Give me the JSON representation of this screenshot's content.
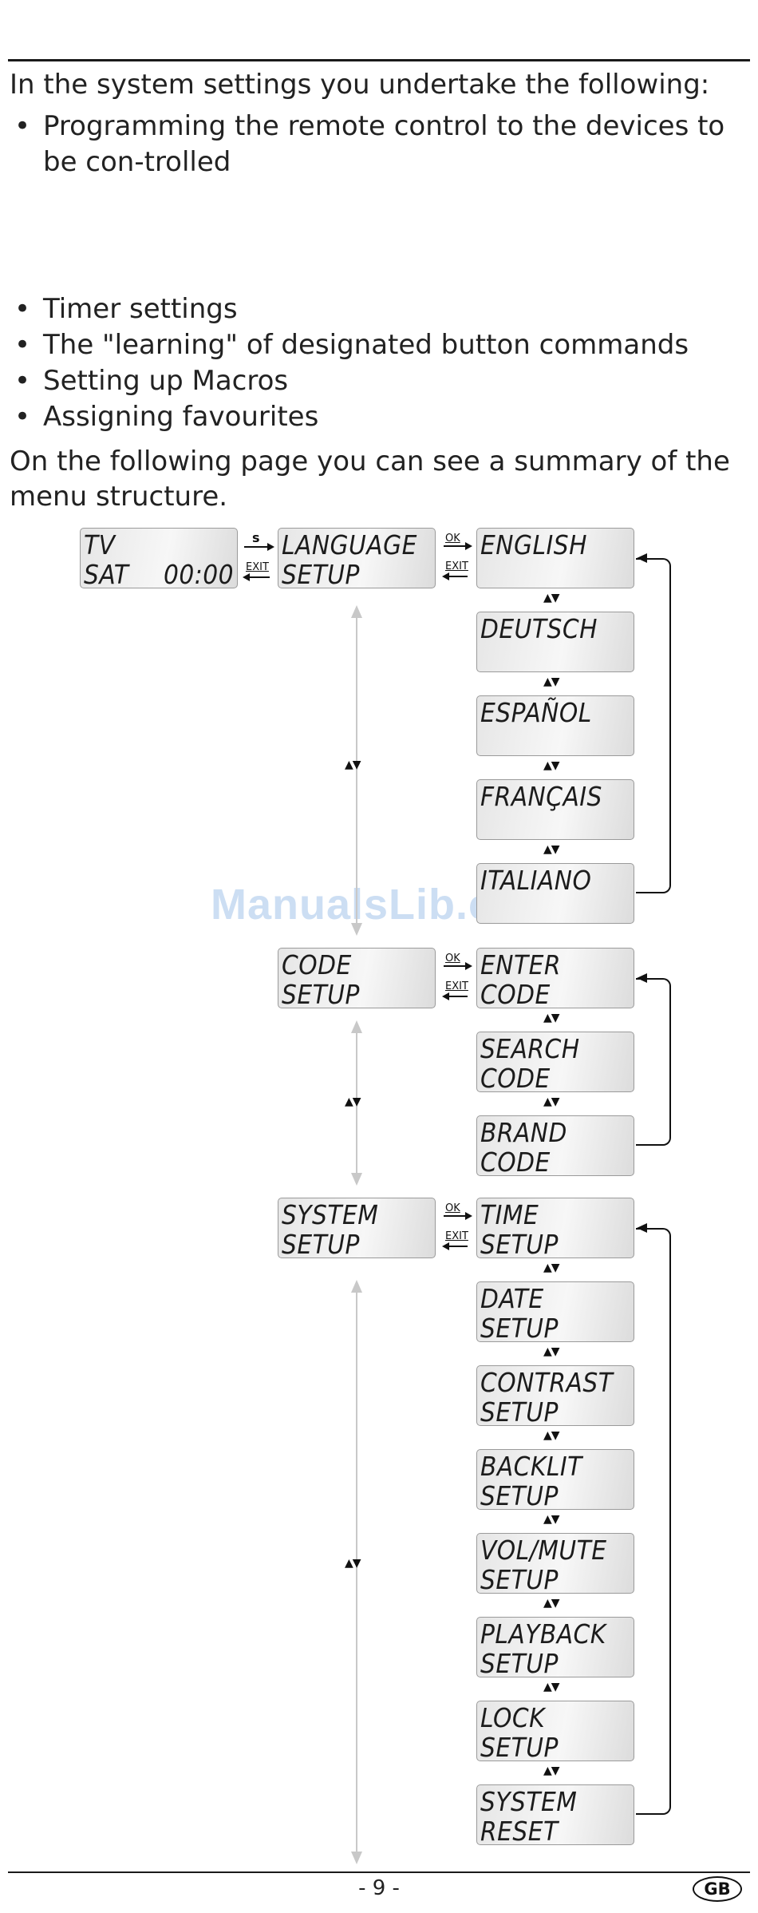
{
  "intro": "In the system settings you undertake the following:",
  "bullets_group1": [
    "Programming the remote control to the devices to be con-trolled"
  ],
  "bullets_group2": [
    "Timer settings",
    "The \"learning\" of designated button commands",
    "Setting up Macros",
    "Assigning favourites"
  ],
  "summary": "On the following page you can see a summary of the menu structure.",
  "diagram": {
    "start": {
      "line1": "TV",
      "line2a": "SAT",
      "line2b": "00:00"
    },
    "s_label": "s",
    "exit_label": "EXIT",
    "ok_label": "OK",
    "nav_symbol": "▲▼",
    "main_menus": [
      {
        "line1": "LANGUAGE",
        "line2": "SETUP"
      },
      {
        "line1": "CODE",
        "line2": "SETUP"
      },
      {
        "line1": "SYSTEM",
        "line2": "SETUP"
      }
    ],
    "language_items": [
      {
        "line1": "ENGLISH",
        "line2": ""
      },
      {
        "line1": "DEUTSCH",
        "line2": ""
      },
      {
        "line1": "ESPAÑOL",
        "line2": ""
      },
      {
        "line1": "FRANÇAIS",
        "line2": ""
      },
      {
        "line1": "ITALIANO",
        "line2": ""
      }
    ],
    "code_items": [
      {
        "line1": "ENTER",
        "line2": "CODE"
      },
      {
        "line1": "SEARCH",
        "line2": "CODE"
      },
      {
        "line1": "BRAND",
        "line2": "CODE"
      }
    ],
    "system_items": [
      {
        "line1": "TIME",
        "line2": "SETUP"
      },
      {
        "line1": "DATE",
        "line2": "SETUP"
      },
      {
        "line1": "CONTRAST",
        "line2": "SETUP"
      },
      {
        "line1": "BACKLIT",
        "line2": "SETUP"
      },
      {
        "line1": "VOL/MUTE",
        "line2": "SETUP"
      },
      {
        "line1": "PLAYBACK",
        "line2": "SETUP"
      },
      {
        "line1": "LOCK",
        "line2": "SETUP"
      },
      {
        "line1": "SYSTEM",
        "line2": "RESET"
      }
    ]
  },
  "watermark": "ManualsLib.com",
  "footer": {
    "page_number": "- 9 -",
    "badge": "GB"
  }
}
